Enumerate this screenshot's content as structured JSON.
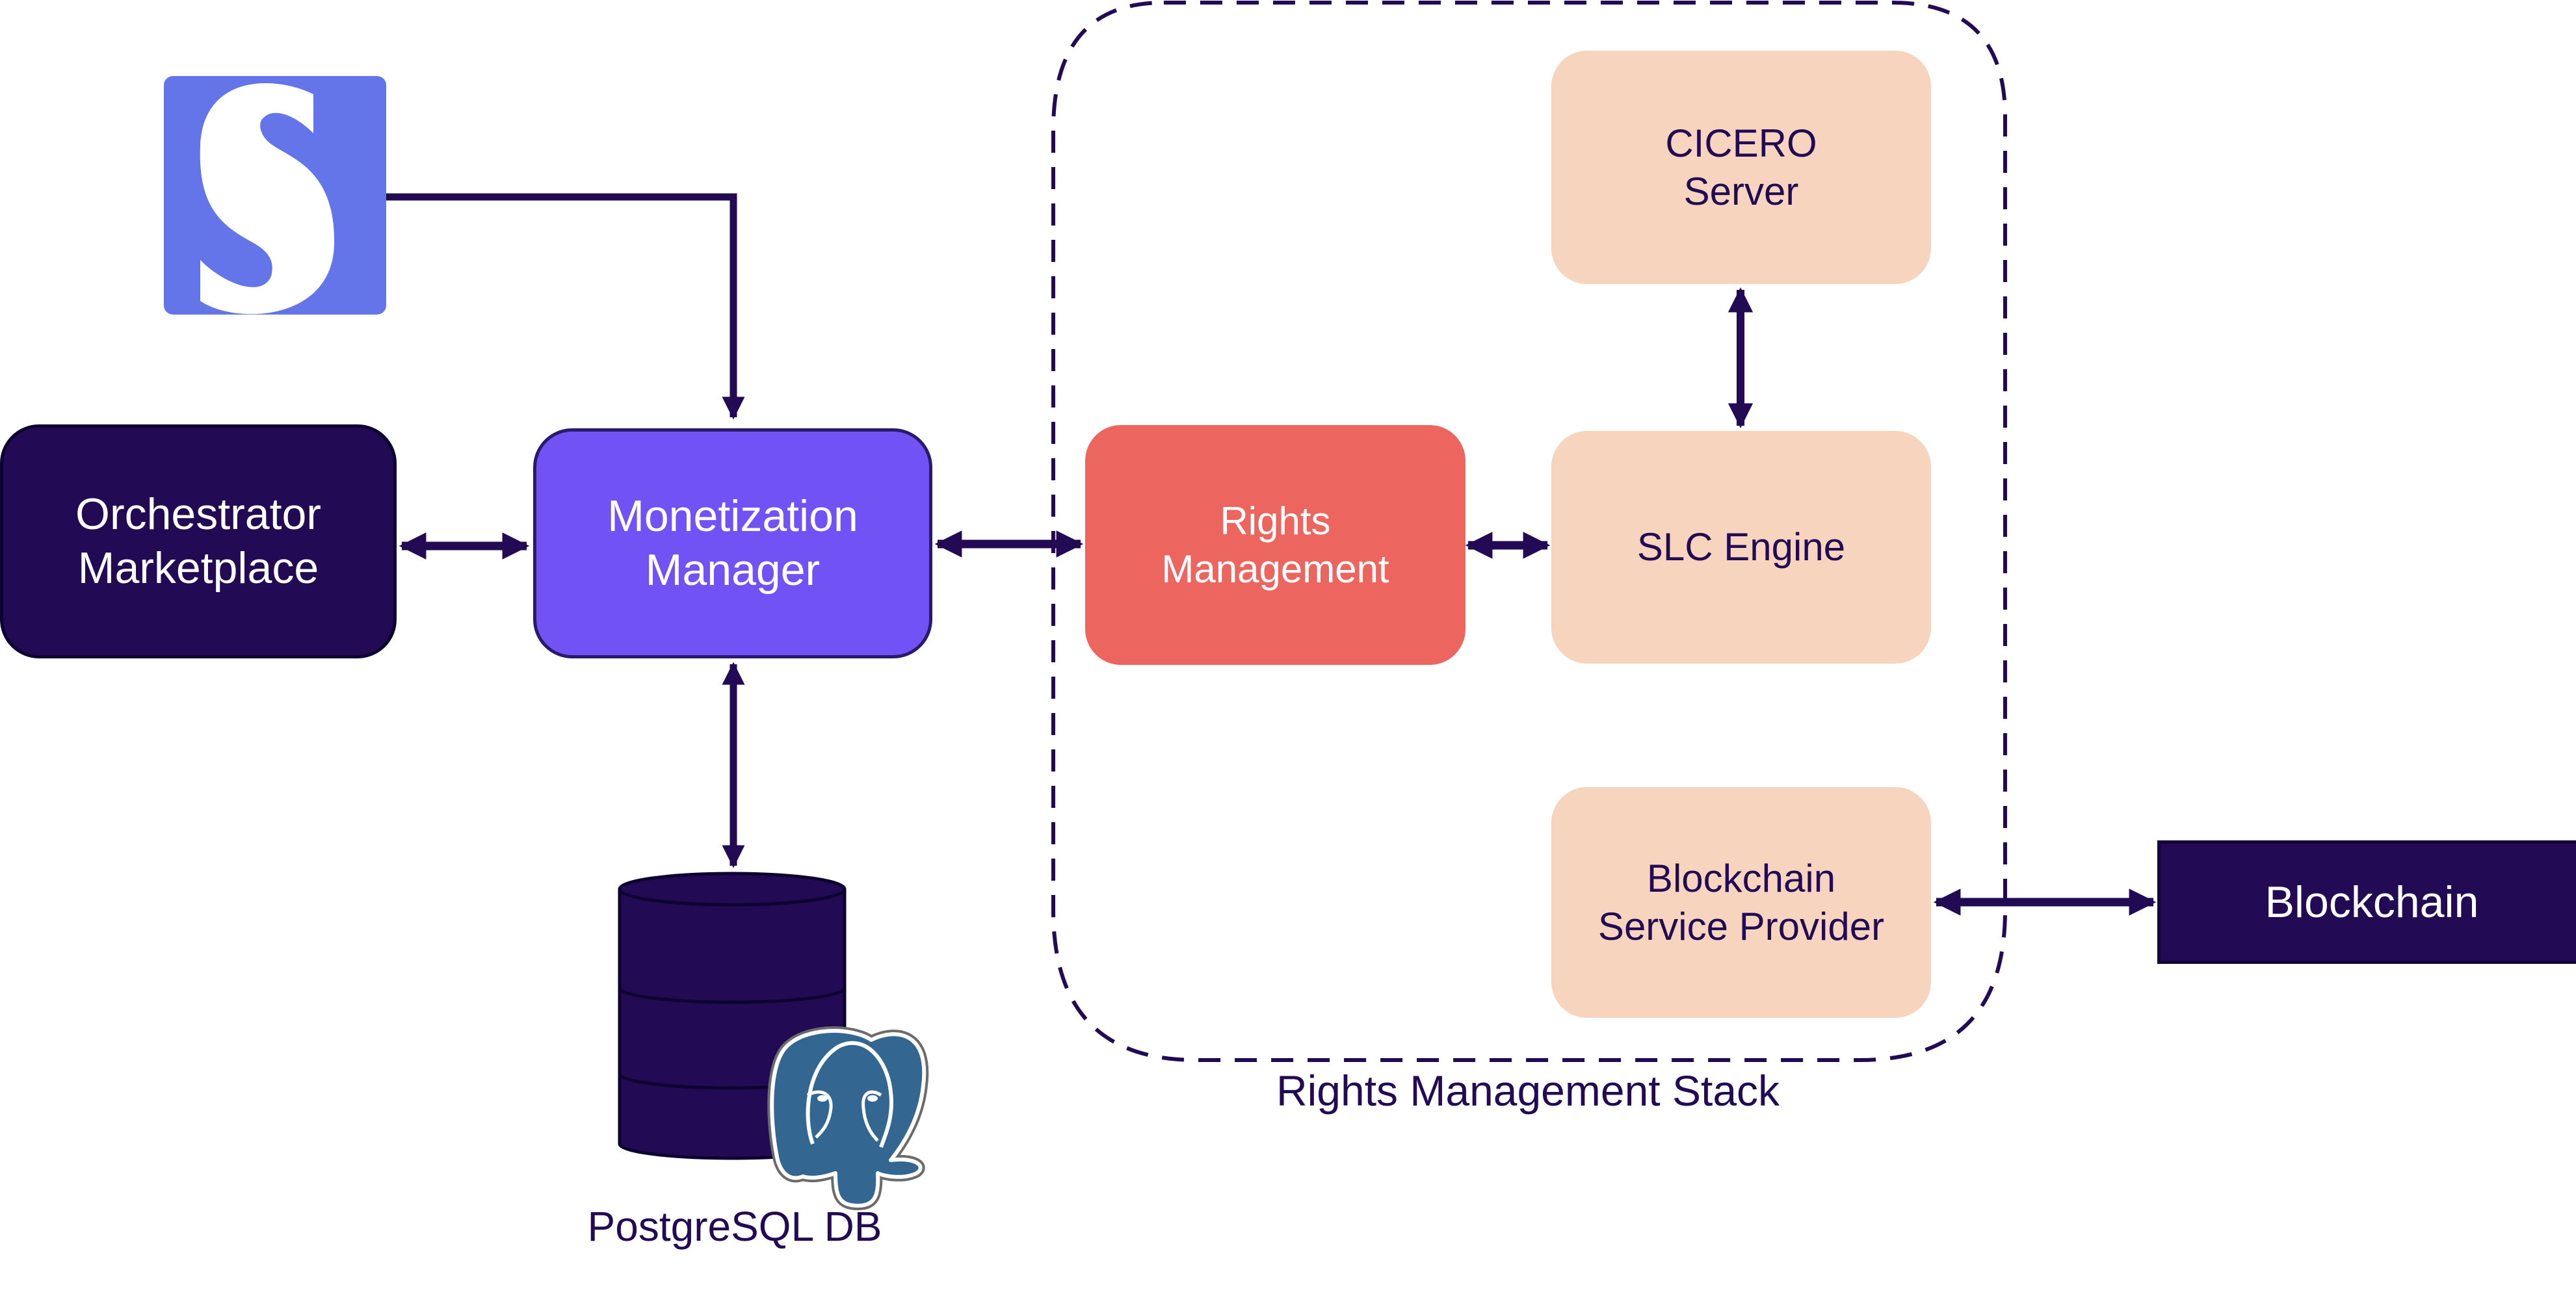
{
  "diagram": {
    "logo": {
      "letter": "S",
      "icon": "s-brand-logo-icon",
      "color": "#6475e9"
    },
    "nodes": {
      "orchestrator": {
        "lines": [
          "Orchestrator",
          "Marketplace"
        ],
        "color": "#220a55"
      },
      "monetization": {
        "lines": [
          "Monetization",
          "Manager"
        ],
        "color": "#7052f5"
      },
      "rights": {
        "lines": [
          "Rights",
          "Management"
        ],
        "color": "#ec665f"
      },
      "cicero": {
        "lines": [
          "CICERO",
          "Server"
        ],
        "color": "#f7d4bd"
      },
      "slc": {
        "lines": [
          "SLC Engine"
        ],
        "color": "#f7d4bd"
      },
      "bsp": {
        "lines": [
          "Blockchain",
          "Service Provider"
        ],
        "color": "#f7d4bd"
      },
      "blockchain": {
        "lines": [
          "Blockchain"
        ],
        "color": "#220a55"
      }
    },
    "database": {
      "label": "PostgreSQL DB",
      "icon": "postgresql-elephant-icon",
      "color": "#220a55"
    },
    "container": {
      "label": "Rights Management Stack",
      "style": "dashed"
    },
    "edges": [
      {
        "from": "logo",
        "to": "monetization",
        "direction": "one-way"
      },
      {
        "from": "orchestrator",
        "to": "monetization",
        "direction": "two-way"
      },
      {
        "from": "monetization",
        "to": "rights",
        "direction": "two-way"
      },
      {
        "from": "monetization",
        "to": "database",
        "direction": "two-way"
      },
      {
        "from": "rights",
        "to": "slc",
        "direction": "two-way"
      },
      {
        "from": "cicero",
        "to": "slc",
        "direction": "two-way"
      },
      {
        "from": "bsp",
        "to": "blockchain",
        "direction": "two-way"
      }
    ],
    "arrow_color": "#220a55"
  }
}
